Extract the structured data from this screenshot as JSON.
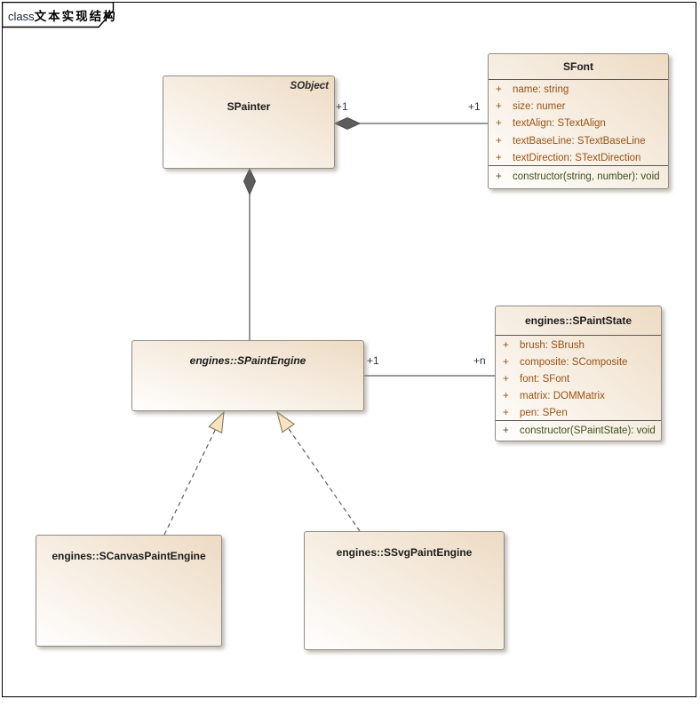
{
  "frame": {
    "label_prefix": "class",
    "label_title": "文本实现结构"
  },
  "colors": {
    "box_fill_top": "#eddbc3",
    "box_fill_bottom": "#fffefd",
    "box_border": "#8e8c84",
    "attribute_text": "#9a5212",
    "operation_text": "#40501d",
    "title_text": "#1c1c1c",
    "connector_line": "#5c5c5c",
    "diamond_fill": "#5c5c5c",
    "triangle_fill": "#f8e3bf",
    "triangle_border": "#8a7a5c",
    "multiplicity_text": "#33363c"
  },
  "classes": [
    {
      "name": "SPainter",
      "stereotype": "SObject",
      "attributes": [],
      "operations": []
    },
    {
      "name": "SFont",
      "attributes": [
        {
          "vis": "+",
          "text": "name: string"
        },
        {
          "vis": "+",
          "text": "size: numer"
        },
        {
          "vis": "+",
          "text": "textAlign: STextAlign"
        },
        {
          "vis": "+",
          "text": "textBaseLine: STextBaseLine"
        },
        {
          "vis": "+",
          "text": "textDirection: STextDirection"
        }
      ],
      "operations": [
        {
          "vis": "+",
          "text": "constructor(string, number): void"
        }
      ]
    },
    {
      "name": "engines::SPaintEngine",
      "abstract": true,
      "attributes": [],
      "operations": []
    },
    {
      "name": "engines::SPaintState",
      "attributes": [
        {
          "vis": "+",
          "text": "brush: SBrush"
        },
        {
          "vis": "+",
          "text": "composite: SComposite"
        },
        {
          "vis": "+",
          "text": "font: SFont"
        },
        {
          "vis": "+",
          "text": "matrix: DOMMatrix"
        },
        {
          "vis": "+",
          "text": "pen: SPen"
        }
      ],
      "operations": [
        {
          "vis": "+",
          "text": "constructor(SPaintState): void"
        }
      ]
    },
    {
      "name": "engines::SCanvasPaintEngine",
      "attributes": [],
      "operations": []
    },
    {
      "name": "engines::SSvgPaintEngine",
      "attributes": [],
      "operations": []
    }
  ],
  "relationships": [
    {
      "type": "composition",
      "from": "SPainter",
      "to": "SFont",
      "label_from": "+1",
      "label_to": "+1"
    },
    {
      "type": "composition",
      "from": "SPainter",
      "to": "engines::SPaintEngine"
    },
    {
      "type": "association",
      "from": "engines::SPaintEngine",
      "to": "engines::SPaintState",
      "label_from": "+1",
      "label_to": "+n"
    },
    {
      "type": "generalization",
      "from": "engines::SCanvasPaintEngine",
      "to": "engines::SPaintEngine"
    },
    {
      "type": "generalization",
      "from": "engines::SSvgPaintEngine",
      "to": "engines::SPaintEngine"
    }
  ]
}
